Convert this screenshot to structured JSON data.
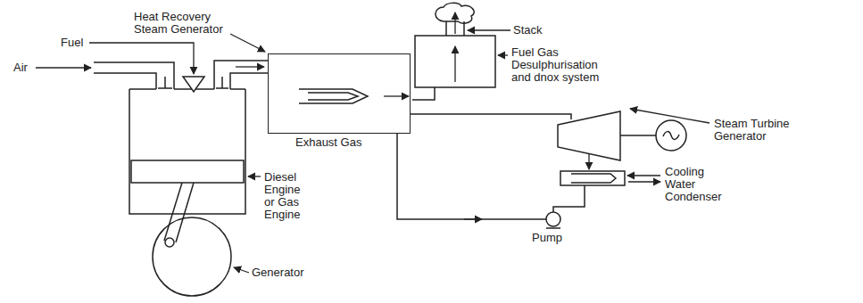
{
  "diagram": {
    "nodes": [
      {
        "text": [
          "Exhaust Gas"
        ]
      }
    ],
    "labels": [
      "Heat Recovery Steam Generator",
      "Fuel",
      "Air",
      "Diesel Engine or Gas Engine",
      "Generator",
      "Stack",
      "Fuel Gas Desulphurisation and dnox system",
      "Steam Turbine Generator",
      "Cooling Water Condenser",
      "Pump"
    ]
  }
}
